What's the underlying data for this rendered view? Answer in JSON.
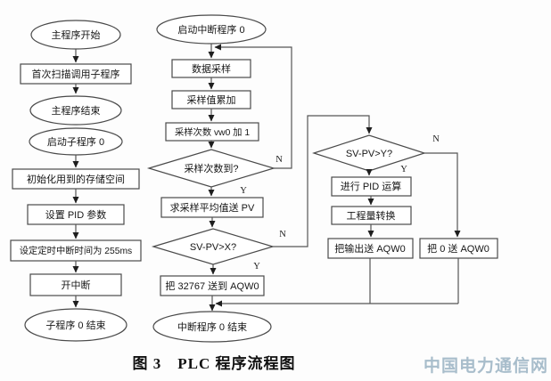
{
  "figure": {
    "caption": "图 3　PLC 程序流程图",
    "watermark": "中国电力通信网"
  },
  "colors": {
    "background": "#fdfdfd",
    "line": "#555555",
    "shape_border": "#4a4a4a",
    "arrowhead": "#1e1e1e",
    "watermark": "#a8bdcb",
    "text": "#161616"
  },
  "flowchart": {
    "main_program": {
      "start": "主程序开始",
      "first_scan": "首次扫描调用子程序",
      "end": "主程序结束"
    },
    "subroutine0": {
      "start": "启动子程序 0",
      "init_memory": "初始化用到的存储空间",
      "set_pid": "设置 PID 参数",
      "set_timer": "设定定时中断时间为 255ms",
      "enable_interrupt": "开中断",
      "end": "子程序 0 结束"
    },
    "interrupt0": {
      "start": "启动中断程序 0",
      "data_sampling": "数据采样",
      "sample_accumulate": "采样值累加",
      "sample_count_inc": "采样次数 vw0 加 1",
      "count_reached_q": "采样次数到?",
      "average_to_pv": "求采样平均值送 PV",
      "sv_pv_x_q": "SV-PV>X?",
      "send_32767": "把 32767 送到 AQW0",
      "end": "中断程序 0 结束",
      "sv_pv_y_q": "SV-PV>Y?",
      "pid_calc": "进行 PID 运算",
      "eng_convert": "工程量转换",
      "send_output": "把输出送 AQW0",
      "send_zero": "把 0 送 AQW0"
    },
    "branch_labels": {
      "yes": "Y",
      "no": "N"
    }
  }
}
